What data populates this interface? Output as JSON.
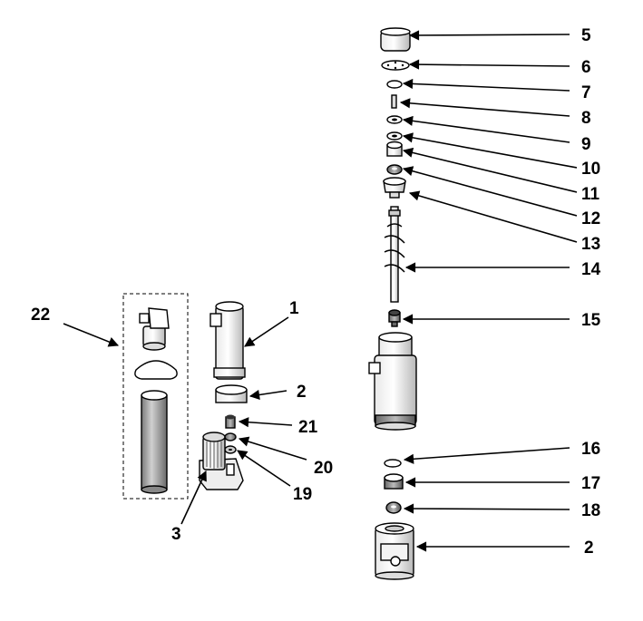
{
  "callouts": {
    "c1": "1",
    "c2a": "2",
    "c2b": "2",
    "c3": "3",
    "c5": "5",
    "c6": "6",
    "c7": "7",
    "c8": "8",
    "c9": "9",
    "c10": "10",
    "c11": "11",
    "c12": "12",
    "c13": "13",
    "c14": "14",
    "c15": "15",
    "c16": "16",
    "c17": "17",
    "c18": "18",
    "c19": "19",
    "c20": "20",
    "c21": "21",
    "c22": "22"
  }
}
